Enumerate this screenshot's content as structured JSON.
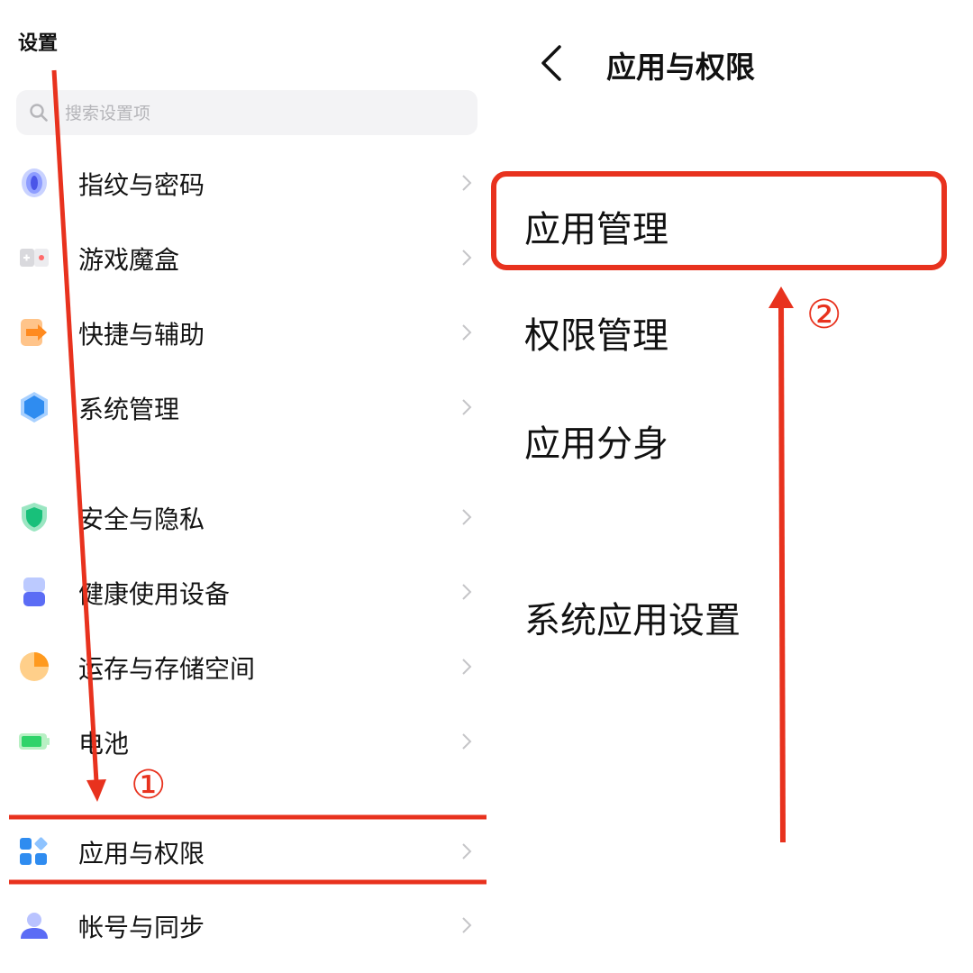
{
  "left": {
    "title": "设置",
    "search_placeholder": "搜索设置项",
    "items": [
      {
        "label": "指纹与密码",
        "icon": "fingerprint-icon"
      },
      {
        "label": "游戏魔盒",
        "icon": "game-box-icon"
      },
      {
        "label": "快捷与辅助",
        "icon": "shortcut-icon"
      },
      {
        "label": "系统管理",
        "icon": "system-management-icon"
      },
      {
        "label": "安全与隐私",
        "icon": "shield-icon"
      },
      {
        "label": "健康使用设备",
        "icon": "hourglass-icon"
      },
      {
        "label": "运存与存储空间",
        "icon": "storage-pie-icon"
      },
      {
        "label": "电池",
        "icon": "battery-icon"
      },
      {
        "label": "应用与权限",
        "icon": "apps-icon"
      },
      {
        "label": "帐号与同步",
        "icon": "account-icon"
      }
    ]
  },
  "right": {
    "title": "应用与权限",
    "items": [
      "应用管理",
      "权限管理",
      "应用分身",
      "系统应用设置"
    ]
  },
  "annotations": {
    "step1": "①",
    "step2": "②",
    "color": "#e8321e"
  },
  "colors": {
    "accent_blue": "#2f8cf0",
    "annotation_red": "#e8321e"
  }
}
